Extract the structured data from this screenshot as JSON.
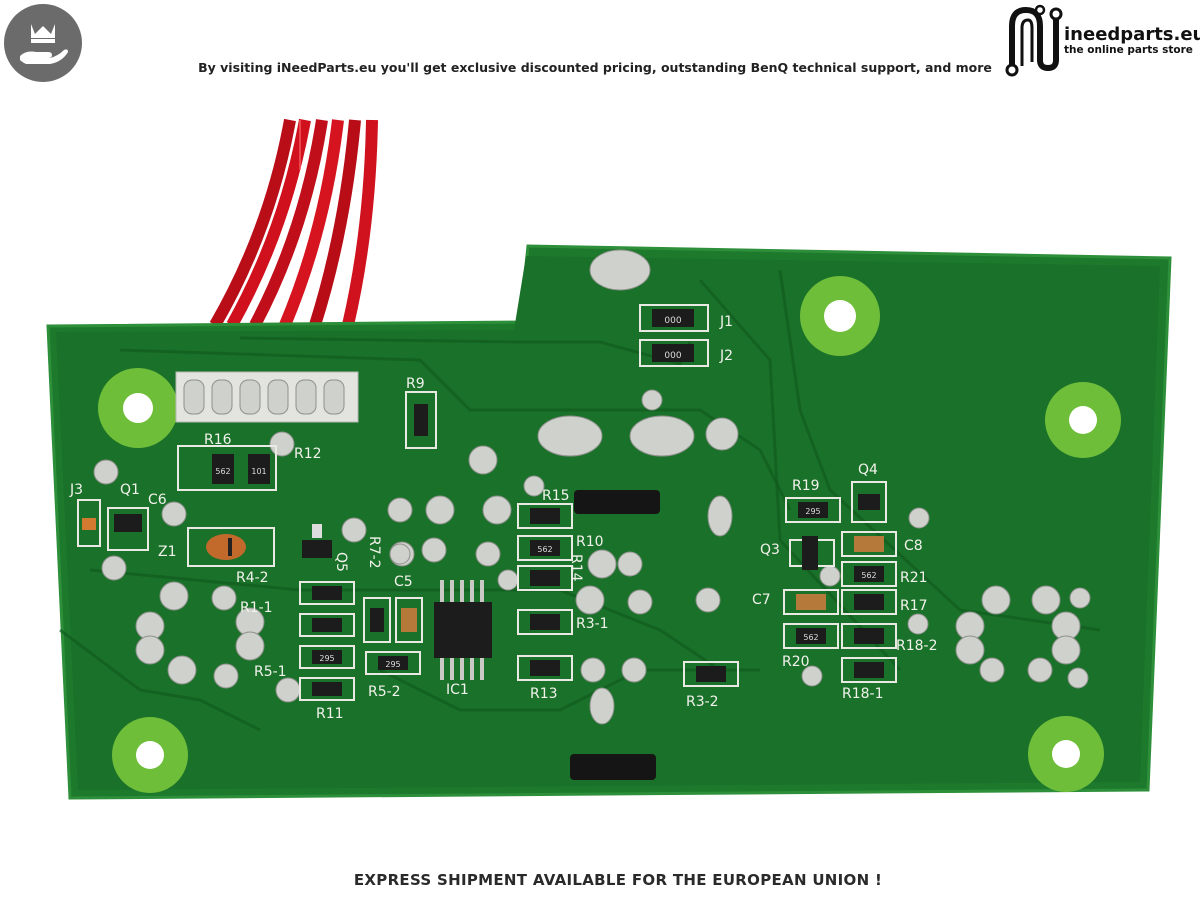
{
  "header": {
    "tagline": "By visiting iNeedParts.eu you'll get exclusive discounted pricing, outstanding BenQ technical support, and more",
    "brand_name": "ineedparts.eu",
    "brand_sub": "the online parts store",
    "left_logo_icon": "crown-in-hand-icon",
    "right_logo_icon": "circuit-n-logo-icon"
  },
  "photo": {
    "board_color": "#1d7a2c",
    "wire_color": "#d0101c",
    "silkscreen_labels": {
      "j1": "J1",
      "j2": "J2",
      "r9": "R9",
      "r16": "R16",
      "r12": "R12",
      "j3": "J3",
      "q1": "Q1",
      "c6": "C6",
      "z1": "Z1",
      "q5": "Q5",
      "r4_2": "R4-2",
      "r7_2": "R7-2",
      "c5": "C5",
      "r1_1": "R1-1",
      "r5_1": "R5-1",
      "r5_2": "R5-2",
      "r11": "R11",
      "ic1": "IC1",
      "r15": "R15",
      "r10": "R10",
      "r14": "R14",
      "r3_1": "R3-1",
      "r13": "R13",
      "r3_2": "R3-2",
      "r19": "R19",
      "q4": "Q4",
      "q3": "Q3",
      "c8": "C8",
      "r21": "R21",
      "c7": "C7",
      "r17": "R17",
      "r18_2": "R18-2",
      "r20": "R20",
      "r18_1": "R18-1"
    },
    "component_markings": {
      "j1": "000",
      "j2": "000",
      "r16a": "562",
      "r16b": "101",
      "r10": "562",
      "r19": "295",
      "r20": "562",
      "r21": "562",
      "r11a": "295",
      "r5_2": "295"
    }
  },
  "footer": {
    "text": "EXPRESS SHIPMENT AVAILABLE FOR THE EUROPEAN UNION !"
  }
}
